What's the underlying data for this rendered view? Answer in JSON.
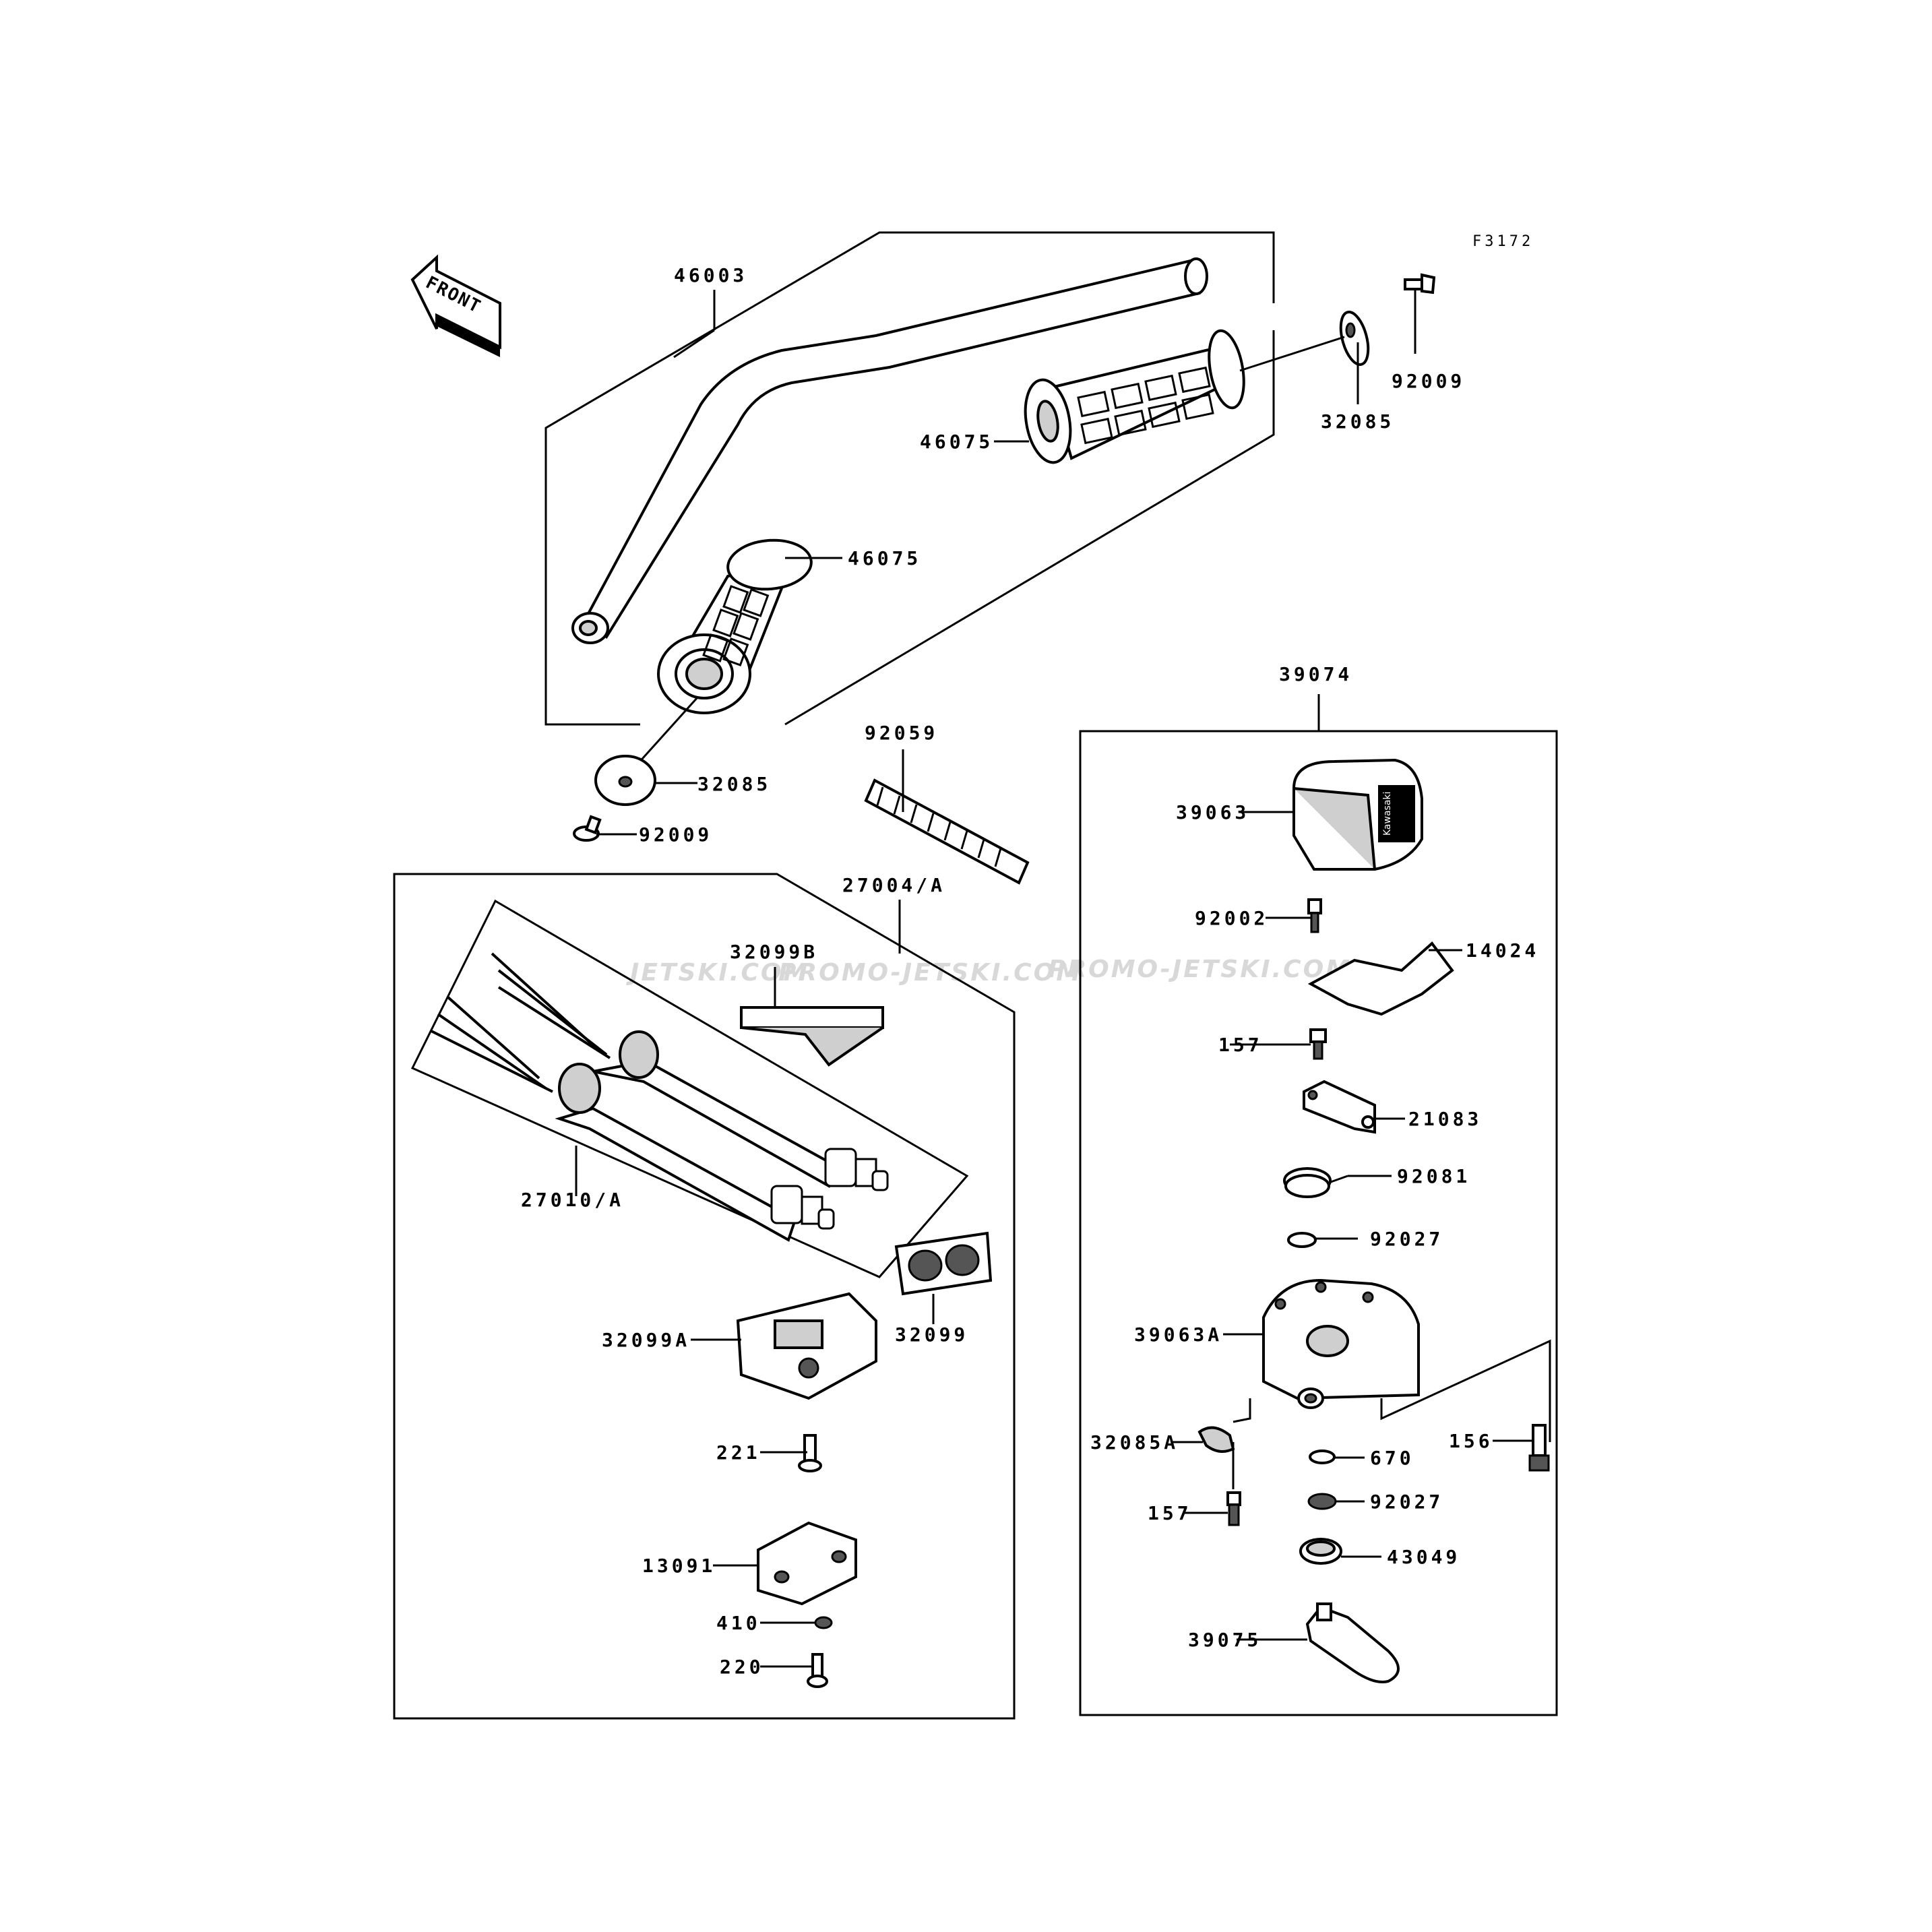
{
  "diagram": {
    "figure_code": "F3172",
    "front_label": "FRONT",
    "watermarks": [
      "JETSKI.COM",
      "PROMO-JETSKI.COM",
      "PROMO-JETSKI.COM"
    ],
    "logo_text": "Kawasaki",
    "labels": {
      "l46003": "46003",
      "l46075_right": "46075",
      "l46075_left": "46075",
      "l32085_right": "32085",
      "l92009_right": "92009",
      "l32085_left": "32085",
      "l92009_left": "92009",
      "l92059": "92059",
      "l27004": "27004/A",
      "l32099B": "32099B",
      "l27010": "27010/A",
      "l32099": "32099",
      "l32099A": "32099A",
      "l221": "221",
      "l13091": "13091",
      "l410": "410",
      "l220": "220",
      "l39074": "39074",
      "l39063": "39063",
      "l92002": "92002",
      "l14024": "14024",
      "l157_top": "157",
      "l21083": "21083",
      "l92081": "92081",
      "l92027_top": "92027",
      "l39063A": "39063A",
      "l156": "156",
      "l32085A": "32085A",
      "l670": "670",
      "l157_bottom": "157",
      "l92027_bottom": "92027",
      "l43049": "43049",
      "l39075": "39075"
    }
  }
}
